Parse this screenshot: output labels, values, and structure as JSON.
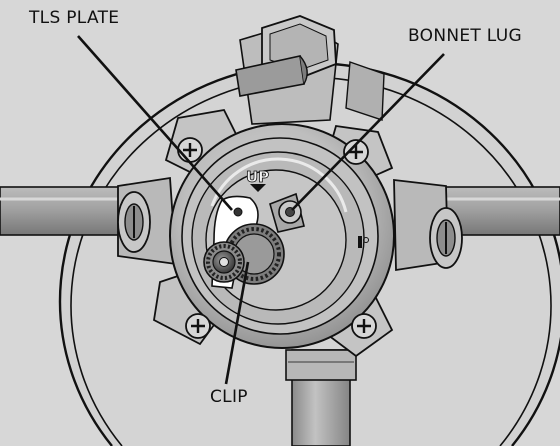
{
  "callouts": {
    "tls_plate": "TLS PLATE",
    "bonnet_lug": "BONNET LUG",
    "clip": "CLIP"
  },
  "part_markings": {
    "up": "UP"
  },
  "colors": {
    "background": "#d7d7d7",
    "metal_light": "#cfcfcf",
    "metal_mid": "#a9a9a9",
    "metal_dark": "#6f6f6f",
    "outline": "#111111",
    "plate": "#ffffff"
  }
}
